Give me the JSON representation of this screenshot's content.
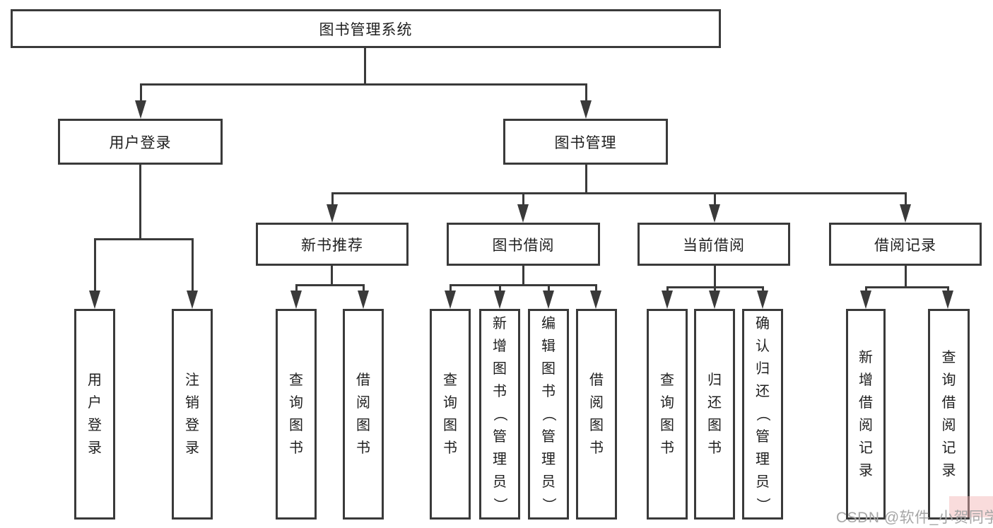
{
  "diagram": {
    "root": {
      "label": "图书管理系统"
    },
    "level2": [
      {
        "label": "用户登录"
      },
      {
        "label": "图书管理"
      }
    ],
    "level3": [
      {
        "label": "新书推荐"
      },
      {
        "label": "图书借阅"
      },
      {
        "label": "当前借阅"
      },
      {
        "label": "借阅记录"
      }
    ],
    "leaves": [
      {
        "label": "用户登录"
      },
      {
        "label": "注销登录"
      },
      {
        "label": "查询图书"
      },
      {
        "label": "借阅图书"
      },
      {
        "label": "查询图书"
      },
      {
        "label": "新增图书（管理员）"
      },
      {
        "label": "编辑图书（管理员）"
      },
      {
        "label": "借阅图书"
      },
      {
        "label": "查询图书"
      },
      {
        "label": "归还图书"
      },
      {
        "label": "确认归还（管理员）"
      },
      {
        "label": "新增借阅记录"
      },
      {
        "label": "查询借阅记录"
      }
    ],
    "colors": {
      "line": "#3a3a3a",
      "text": "#1f1f1f",
      "watermark_text": "#a6a6a6",
      "watermark_highlight": "#f2b2b2"
    },
    "watermark": {
      "text": "CSDN @软件_小贺同学"
    }
  }
}
